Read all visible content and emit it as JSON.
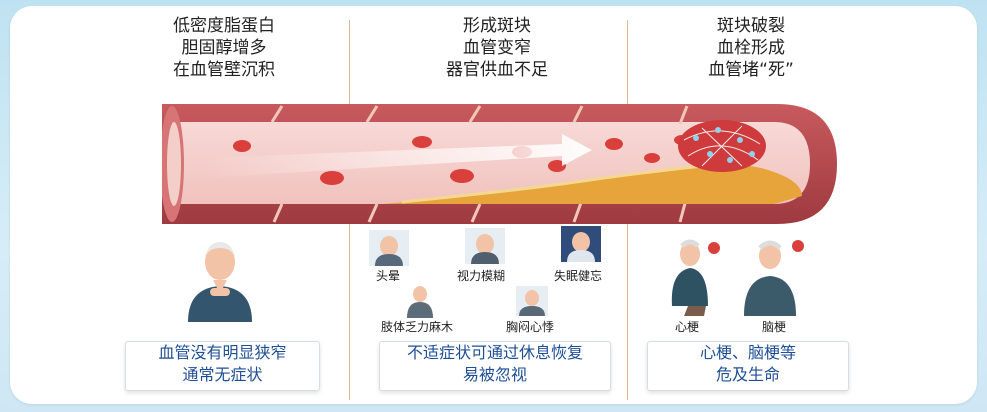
{
  "stages": [
    {
      "title_lines": [
        "低密度脂蛋白",
        "胆固醇增多",
        "在血管壁沉积"
      ],
      "symptoms": [],
      "summary_lines": [
        "血管没有明显狭窄",
        "通常无症状"
      ]
    },
    {
      "title_lines": [
        "形成斑块",
        "血管变窄",
        "器官供血不足"
      ],
      "symptoms": [
        "头晕",
        "视力模糊",
        "失眠健忘",
        "肢体乏力麻木",
        "胸闷心悸"
      ],
      "summary_lines": [
        "不适症状可通过休息恢复",
        "易被忽视"
      ]
    },
    {
      "title_lines": [
        "斑块破裂",
        "血栓形成",
        "血管堵“死”"
      ],
      "symptoms": [
        "心梗",
        "脑梗"
      ],
      "summary_lines": [
        "心梗、脑梗等",
        "危及生命"
      ]
    }
  ],
  "colors": {
    "accent_text": "#1e4f96",
    "vessel_wall": "#b9484d",
    "plaque": "#e6a43a",
    "divider": "#e4b38e"
  },
  "icons": {
    "vessel": "artery-cross-section-illustration",
    "stage1_person": "elderly-man-thinking-icon",
    "stage3_people": [
      "chest-pain-person-icon",
      "headache-person-icon"
    ]
  }
}
